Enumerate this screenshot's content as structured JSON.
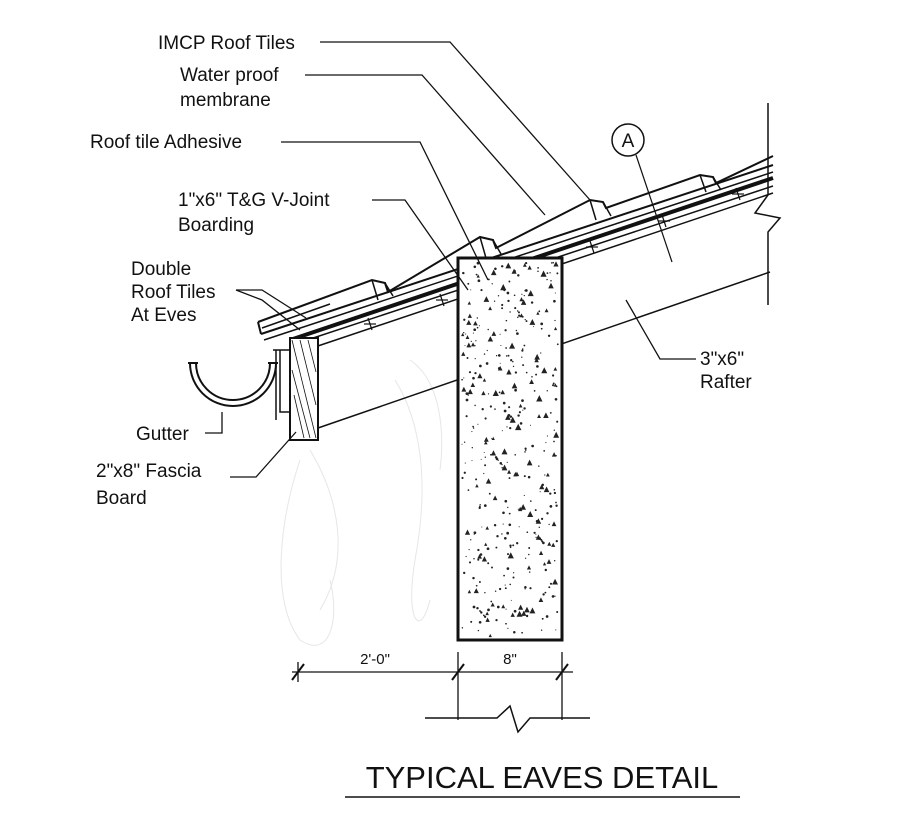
{
  "labels": {
    "roof_tiles": "IMCP Roof Tiles",
    "membrane_line1": "Water proof",
    "membrane_line2": "membrane",
    "adhesive": "Roof tile Adhesive",
    "boarding_line1": "1\"x6\" T&G V-Joint",
    "boarding_line2": "Boarding",
    "double_tiles_line1": "Double",
    "double_tiles_line2": "Roof Tiles",
    "double_tiles_line3": "At Eves",
    "gutter": "Gutter",
    "fascia_line1": "2\"x8\" Fascia",
    "fascia_line2": "Board",
    "rafter_line1": "3\"x6\"",
    "rafter_line2": "Rafter",
    "section_marker": "A"
  },
  "dimensions": {
    "overhang": "2'-0\"",
    "wall_thickness": "8\""
  },
  "title": "TYPICAL EAVES DETAIL"
}
